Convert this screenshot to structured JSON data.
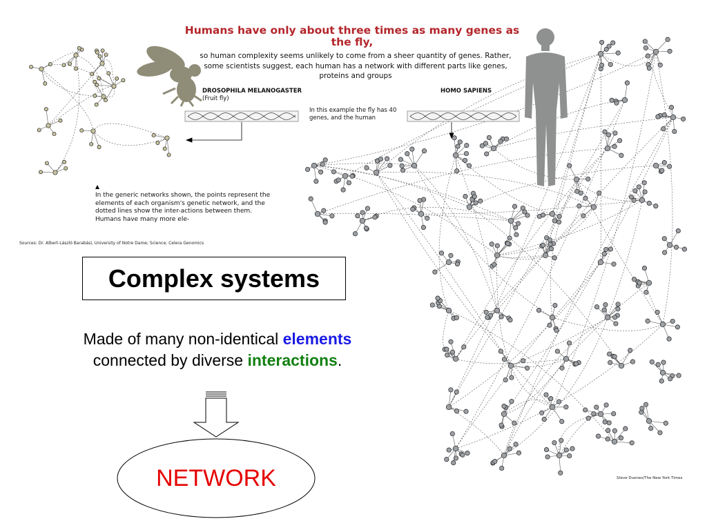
{
  "headline": "Humans have only about three times as many genes as the fly,",
  "subtitle": "so human complexity seems unlikely to come from a sheer quantity of genes. Rather, some scientists suggest, each human has a network with different parts like genes, proteins and groups",
  "species": {
    "fly_name": "DROSOPHILA MELANOGASTER",
    "fly_common": "(Fruit fly)",
    "human_name": "HOMO SAPIENS"
  },
  "example_note": "In this example the fly has 40 genes, and the human",
  "caption": "In the generic networks shown, the points represent the elements of each organism's genetic network, and the dotted lines show the inter-actions between them. Humans have many more ele-",
  "sources": "Sources: Dr. Albert-László Barabási, University of Notre Dame; Science; Celera Genomics",
  "credit": "Steve Duenes/The New York Times",
  "slide": {
    "title": "Complex systems",
    "body_line1_prefix": "Made of many non-identical ",
    "body_kw1": "elements",
    "body_line2_prefix": "connected by diverse ",
    "body_kw2": "interactions",
    "body_line2_suffix": ".",
    "result": "NETWORK"
  },
  "colors": {
    "headline": "#b3262b",
    "keyword_elements": "#1a1ae6",
    "keyword_interactions": "#128012",
    "network_label": "#e60000",
    "fly_node": "#c8c4a0",
    "human_node": "#9ca0a4",
    "silhouette": "#8f9190"
  },
  "icons": [
    "fly-silhouette",
    "human-silhouette",
    "dna-strand",
    "triangle-marker",
    "down-arrow"
  ]
}
